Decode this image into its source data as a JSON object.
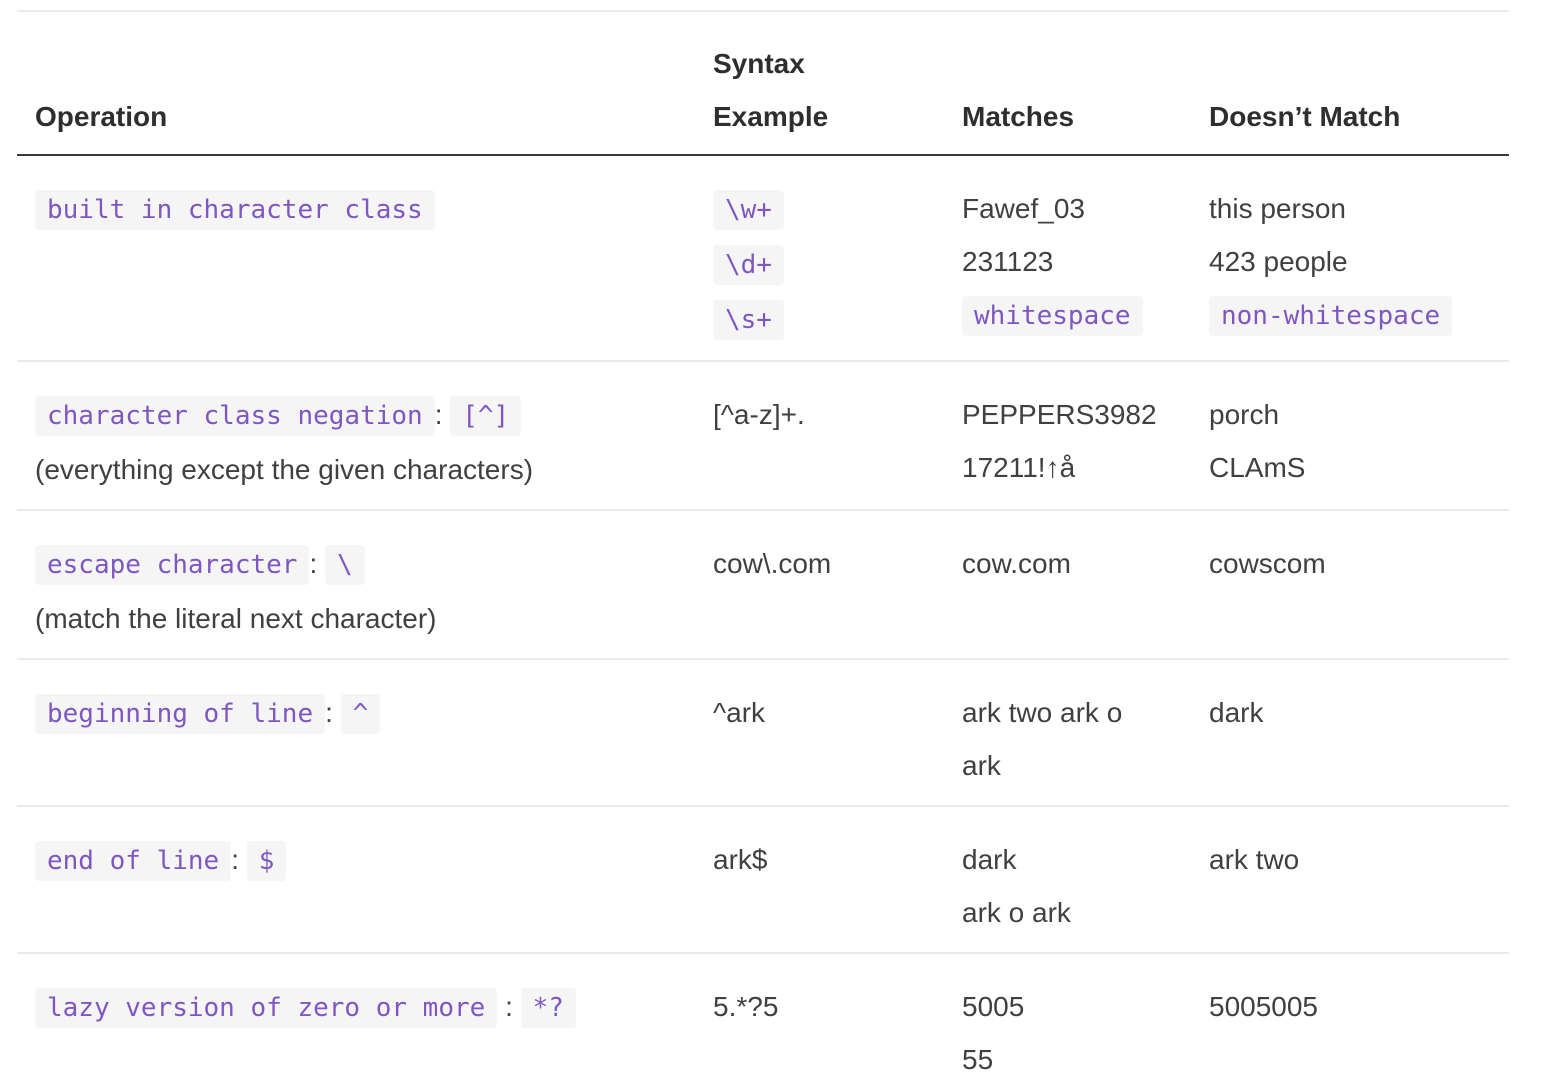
{
  "colors": {
    "code_text": "#7e57c2",
    "code_background": "#f5f5f5",
    "body_text": "#404040",
    "header_text": "#2e2e2e",
    "header_rule": "#3a3a3a",
    "row_rule": "#e9e9e9"
  },
  "table": {
    "headers": [
      {
        "lines": [
          "Operation"
        ]
      },
      {
        "lines": [
          "Syntax",
          "Example"
        ]
      },
      {
        "lines": [
          "Matches"
        ]
      },
      {
        "lines": [
          "Doesn’t Match"
        ]
      }
    ],
    "rows": [
      {
        "operation": [
          [
            {
              "t": "built in character class",
              "c": true
            }
          ]
        ],
        "syntax": [
          [
            {
              "t": "\\w+",
              "c": true
            }
          ],
          [
            {
              "t": "\\d+",
              "c": true
            }
          ],
          [
            {
              "t": "\\s+",
              "c": true
            }
          ]
        ],
        "matches": [
          [
            {
              "t": "Fawef_03"
            }
          ],
          [
            {
              "t": "231123"
            }
          ],
          [
            {
              "t": "whitespace",
              "c": true
            }
          ]
        ],
        "doesnt_match": [
          [
            {
              "t": "this person"
            }
          ],
          [
            {
              "t": "423 people"
            }
          ],
          [
            {
              "t": "non-whitespace",
              "c": true
            }
          ]
        ]
      },
      {
        "operation": [
          [
            {
              "t": "character class negation",
              "c": true
            },
            {
              "t": ": "
            },
            {
              "t": "[^]",
              "c": true
            }
          ],
          [
            {
              "t": "(everything except the given characters)"
            }
          ]
        ],
        "syntax": [
          [
            {
              "t": "[^a-z]+."
            }
          ]
        ],
        "matches": [
          [
            {
              "t": "PEPPERS3982"
            }
          ],
          [
            {
              "t": "17211!↑å"
            }
          ]
        ],
        "doesnt_match": [
          [
            {
              "t": "porch"
            }
          ],
          [
            {
              "t": "CLAmS"
            }
          ]
        ]
      },
      {
        "operation": [
          [
            {
              "t": "escape character",
              "c": true
            },
            {
              "t": ": "
            },
            {
              "t": "\\",
              "c": true
            }
          ],
          [
            {
              "t": "(match the literal next character)"
            }
          ]
        ],
        "syntax": [
          [
            {
              "t": "cow\\.com"
            }
          ]
        ],
        "matches": [
          [
            {
              "t": "cow.com"
            }
          ]
        ],
        "doesnt_match": [
          [
            {
              "t": "cowscom"
            }
          ]
        ]
      },
      {
        "operation": [
          [
            {
              "t": "beginning of line",
              "c": true
            },
            {
              "t": ": "
            },
            {
              "t": "^",
              "c": true
            }
          ]
        ],
        "syntax": [
          [
            {
              "t": "^ark"
            }
          ]
        ],
        "matches": [
          [
            {
              "t": "ark two ark o"
            }
          ],
          [
            {
              "t": "ark"
            }
          ]
        ],
        "doesnt_match": [
          [
            {
              "t": "dark"
            }
          ]
        ]
      },
      {
        "operation": [
          [
            {
              "t": "end of line",
              "c": true
            },
            {
              "t": ": "
            },
            {
              "t": "$",
              "c": true
            }
          ]
        ],
        "syntax": [
          [
            {
              "t": "ark$"
            }
          ]
        ],
        "matches": [
          [
            {
              "t": "dark"
            }
          ],
          [
            {
              "t": "ark o ark"
            }
          ]
        ],
        "doesnt_match": [
          [
            {
              "t": "ark two"
            }
          ]
        ]
      },
      {
        "operation": [
          [
            {
              "t": "lazy version of zero or more",
              "c": true
            },
            {
              "t": " : "
            },
            {
              "t": "*?",
              "c": true
            }
          ]
        ],
        "syntax": [
          [
            {
              "t": "5.*?5"
            }
          ]
        ],
        "matches": [
          [
            {
              "t": "5005"
            }
          ],
          [
            {
              "t": "55"
            }
          ]
        ],
        "doesnt_match": [
          [
            {
              "t": "5005005"
            }
          ]
        ]
      }
    ]
  }
}
